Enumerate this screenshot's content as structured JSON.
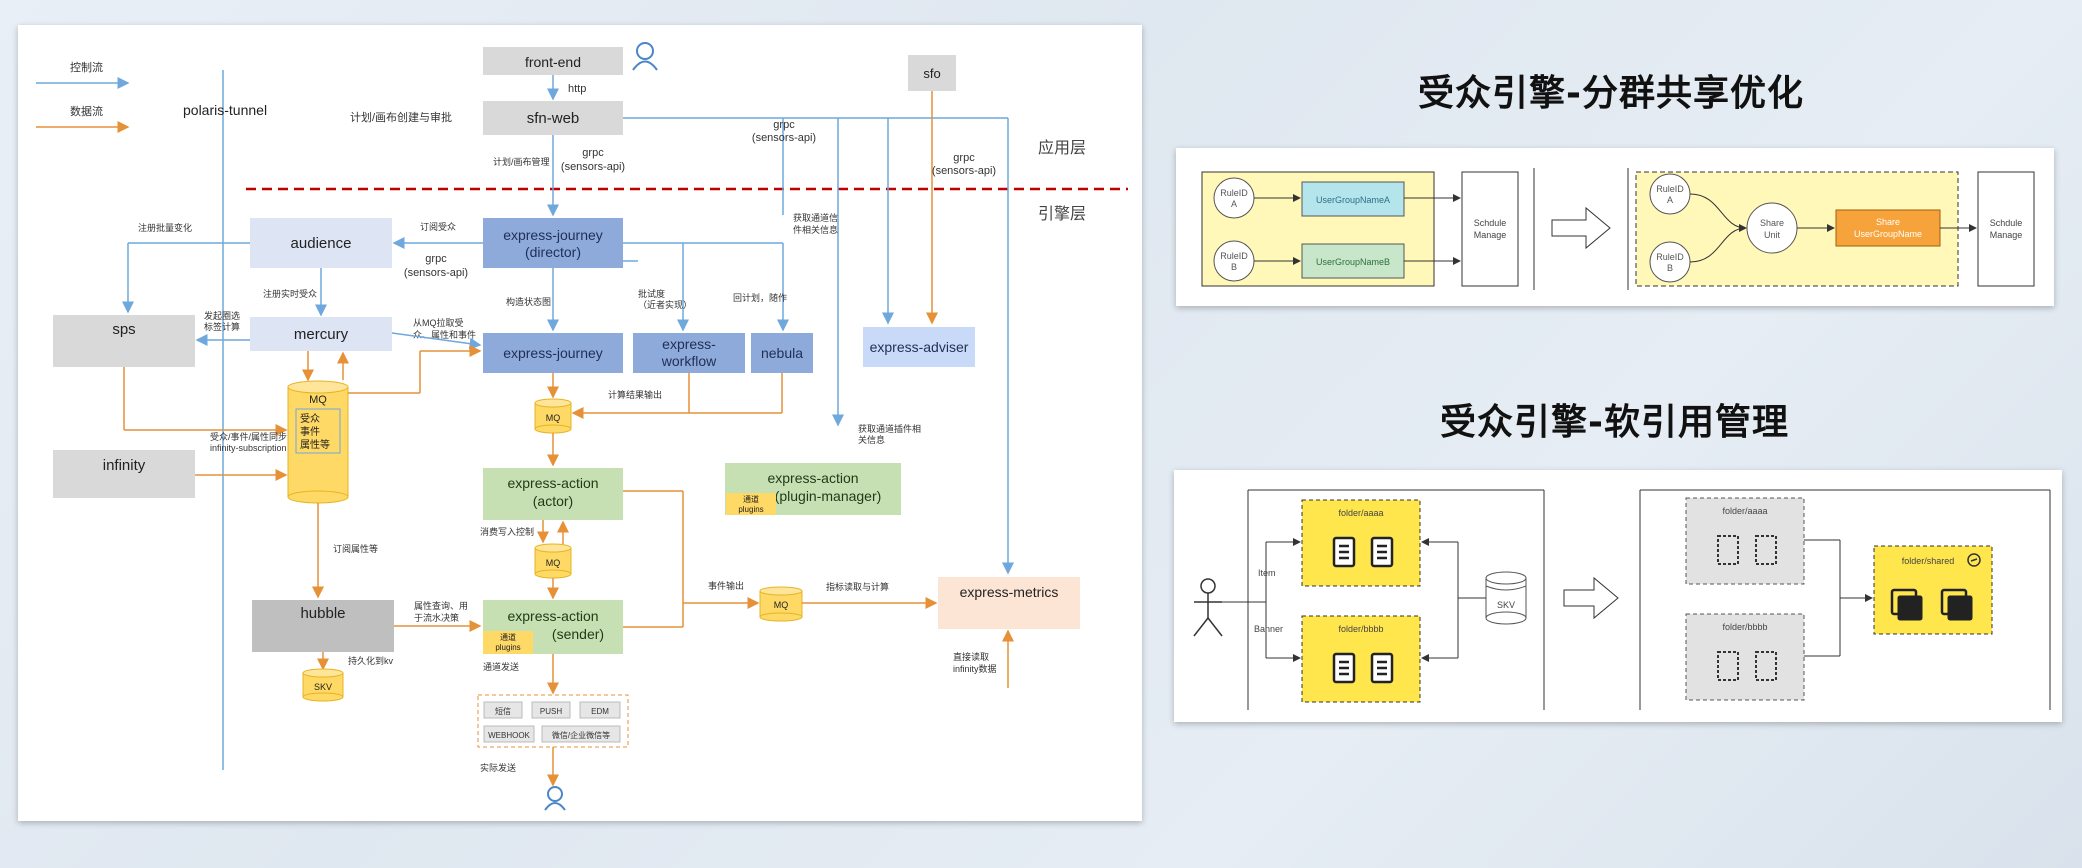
{
  "arch": {
    "legend_control": "控制流",
    "legend_data": "数据流",
    "polaris": "polaris-tunnel",
    "frontend": "front-end",
    "http": "http",
    "sfnweb": "sfn-web",
    "plan_create": "计划/画布创建与审批",
    "grpc_left_1": "grpc",
    "grpc_left_2": "(sensors-api)",
    "plan_manage": "计划/画布管理",
    "sfo": "sfo",
    "grpc_mid_1": "grpc",
    "grpc_mid_2": "(sensors-api)",
    "grpc_right_1": "grpc",
    "grpc_right_2": "(sensors-api)",
    "app_layer": "应用层",
    "engine_layer": "引擎层",
    "audience": "audience",
    "sub_audience": "订阅受众",
    "audience_grpc_1": "grpc",
    "audience_grpc_2": "(sensors-api)",
    "journey_director_1": "express-journey",
    "journey_director_2": "(director)",
    "get_channel_1": "获取通道信",
    "get_channel_2": "件相关信息",
    "register_change": "注册批量变化",
    "register_realtime": "注册实时受众",
    "sps": "sps",
    "calc_1": "发起圈选",
    "calc_2": "标签计算",
    "mercury": "mercury",
    "mq_pull_1": "从MQ拉取受",
    "mq_pull_2": "众、属性和事件",
    "build_state": "构造状态图",
    "batch_1": "批试度",
    "batch_2": "（近者实现）",
    "recycle": "回计划，随作",
    "journey": "express-journey",
    "workflow_1": "express-",
    "workflow_2": "workflow",
    "nebula": "nebula",
    "adviser": "express-adviser",
    "mq_big": "MQ",
    "mq_big_1": "受众",
    "mq_big_2": "事件",
    "mq_big_3": "属性等",
    "plan_result": "计算结果输出",
    "mq": "MQ",
    "sync_1": "受众/事件/属性同步",
    "sync_2": "infinity-subscription",
    "infinity": "infinity",
    "plugin_info_1": "获取通道插件相",
    "plugin_info_2": "关信息",
    "actor_1": "express-action",
    "actor_2": "(actor)",
    "plugin_mgr_1": "express-action",
    "plugin_mgr_2": "(plugin-manager)",
    "channel_plugins_1": "通道",
    "channel_plugins_2": "plugins",
    "sub_attr": "订阅属性等",
    "consume": "消费写入控制",
    "event_out": "事件输出",
    "metric_calc": "指标读取与计算",
    "hubble": "hubble",
    "attr_query_1": "属性查询、用",
    "attr_query_2": "于流水决策",
    "sender_1": "express-action",
    "sender_2": "(sender)",
    "sender_plugins_1": "通道",
    "sender_plugins_2": "plugins",
    "metrics": "express-metrics",
    "infinity_read_1": "直接读取",
    "infinity_read_2": "infinity数据",
    "persist": "持久化到kv",
    "skv": "SKV",
    "channel_send": "通道发送",
    "ch_sms": "短信",
    "ch_push": "PUSH",
    "ch_edm": "EDM",
    "ch_webhook": "WEBHOOK",
    "ch_wechat": "微信/企业微信等",
    "real_send": "实际发送"
  },
  "title1": "受众引擎-分群共享优化",
  "title2": "受众引擎-软引用管理",
  "p1": {
    "rule_a_1": "RuleID",
    "rule_a_2": "A",
    "rule_b_1": "RuleID",
    "rule_b_2": "B",
    "ugn_a": "UserGroupNameA",
    "ugn_b": "UserGroupNameB",
    "schedule_1": "Schdule",
    "schedule_2": "Manage",
    "share_unit_1": "Share",
    "share_unit_2": "Unit",
    "share_ugn_1": "Share",
    "share_ugn_2": "UserGroupName"
  },
  "p2": {
    "folder_a": "folder/aaaa",
    "folder_b": "folder/bbbb",
    "item": "Item",
    "banner": "Banner",
    "skv": "SKV",
    "folder_shared": "folder/shared"
  }
}
